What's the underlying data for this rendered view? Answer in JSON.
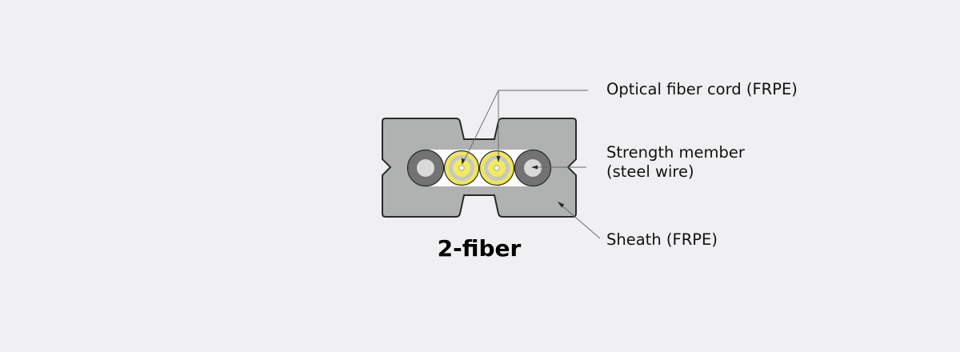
{
  "diagram": {
    "caption": "2-fiber",
    "labels": {
      "optical_fiber_cord": "Optical fiber cord (FRPE)",
      "strength_member_line1": "Strength member",
      "strength_member_line2": "(steel wire)",
      "sheath": "Sheath (FRPE)"
    },
    "colors": {
      "background": "#f0f0f2",
      "sheath": "#b0b1b1",
      "outline": "#2a2a2a",
      "channel": "#ffffff",
      "strength_member_outer": "#737373",
      "strength_member_core": "#d9d9d9",
      "fiber_coating": "#eee65c",
      "fiber_ring": "#c7c7c0",
      "fiber_inner": "#f2ea62",
      "leader_line": "#666666"
    }
  }
}
